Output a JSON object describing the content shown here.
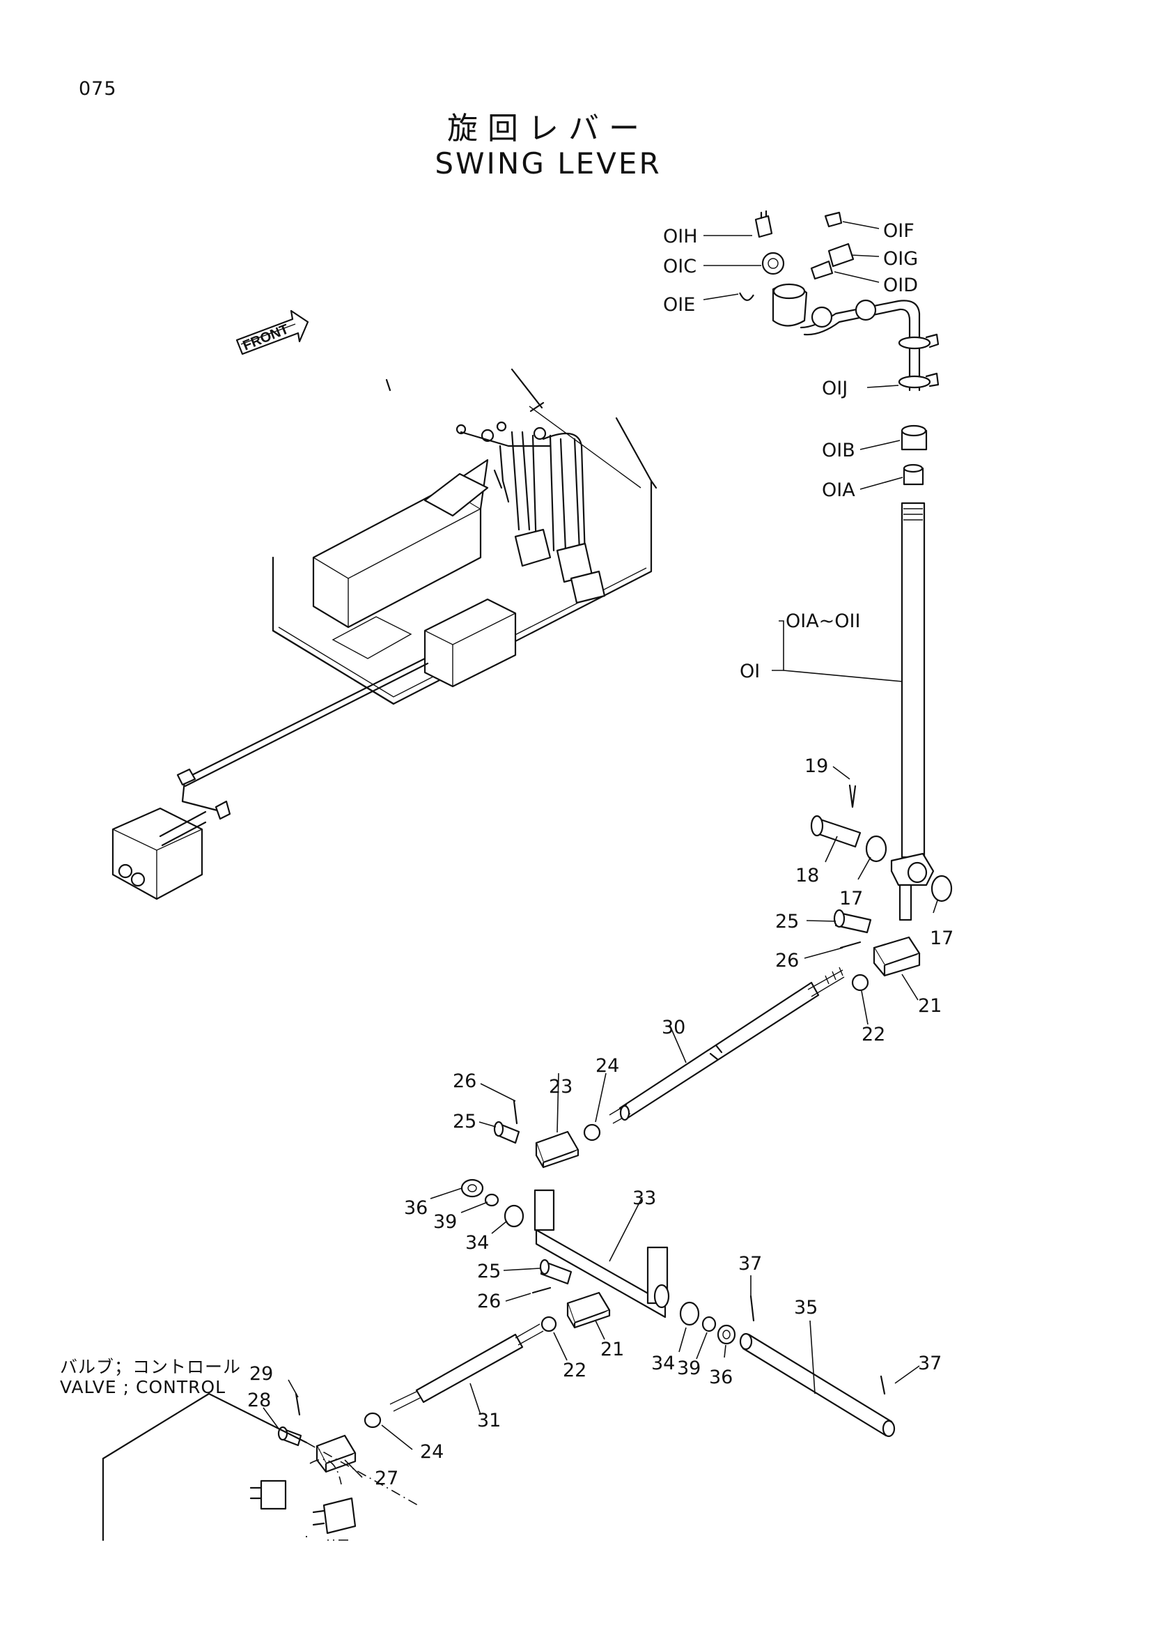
{
  "page_number": "075",
  "title_jp": "旋回レバー",
  "title_en": "SWING LEVER",
  "front_label": "FRONT",
  "valve_label_jp": "バルブ；コントロール",
  "valve_label_en": "VALVE ; CONTROL",
  "part_callouts": [
    {
      "id": "p01H",
      "text": "OIH"
    },
    {
      "id": "p01F",
      "text": "OIF"
    },
    {
      "id": "p01C",
      "text": "OIC"
    },
    {
      "id": "p01G",
      "text": "OIG"
    },
    {
      "id": "p01D",
      "text": "OID"
    },
    {
      "id": "p01E",
      "text": "OIE"
    },
    {
      "id": "p01J",
      "text": "OIJ"
    },
    {
      "id": "p01B",
      "text": "OIB"
    },
    {
      "id": "p01A",
      "text": "OIA"
    },
    {
      "id": "p01range",
      "text": "OIA~OII"
    },
    {
      "id": "p01",
      "text": "OI"
    },
    {
      "id": "p19",
      "text": "19"
    },
    {
      "id": "p18",
      "text": "18"
    },
    {
      "id": "p17a",
      "text": "17"
    },
    {
      "id": "p17b",
      "text": "17"
    },
    {
      "id": "p25a",
      "text": "25"
    },
    {
      "id": "p26a",
      "text": "26"
    },
    {
      "id": "p21a",
      "text": "21"
    },
    {
      "id": "p22a",
      "text": "22"
    },
    {
      "id": "p30",
      "text": "30"
    },
    {
      "id": "p24a",
      "text": "24"
    },
    {
      "id": "p26b",
      "text": "26"
    },
    {
      "id": "p23",
      "text": "23"
    },
    {
      "id": "p25b",
      "text": "25"
    },
    {
      "id": "p33",
      "text": "33"
    },
    {
      "id": "p36a",
      "text": "36"
    },
    {
      "id": "p39a",
      "text": "39"
    },
    {
      "id": "p34a",
      "text": "34"
    },
    {
      "id": "p25c",
      "text": "25"
    },
    {
      "id": "p26c",
      "text": "26"
    },
    {
      "id": "p21b",
      "text": "21"
    },
    {
      "id": "p22b",
      "text": "22"
    },
    {
      "id": "p37a",
      "text": "37"
    },
    {
      "id": "p35",
      "text": "35"
    },
    {
      "id": "p37b",
      "text": "37"
    },
    {
      "id": "p34b",
      "text": "34"
    },
    {
      "id": "p39b",
      "text": "39"
    },
    {
      "id": "p36b",
      "text": "36"
    },
    {
      "id": "p29",
      "text": "29"
    },
    {
      "id": "p28",
      "text": "28"
    },
    {
      "id": "p31",
      "text": "31"
    },
    {
      "id": "p24b",
      "text": "24"
    },
    {
      "id": "p27",
      "text": "27"
    }
  ]
}
